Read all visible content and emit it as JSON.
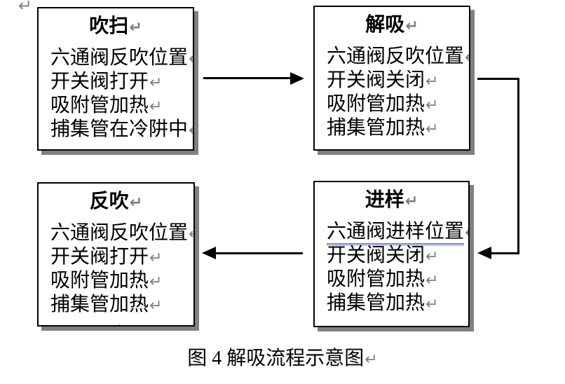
{
  "marks": {
    "return": "↵"
  },
  "stray_mark": "↵",
  "caption": {
    "text": "图 4 解吸流程示意图"
  },
  "colors": {
    "box_border": "#000000",
    "box_shadow": "#808080",
    "paragraph_mark": "#808080",
    "spellcheck_underline": "#4060c0",
    "arrow": "#000000"
  },
  "boxes": [
    {
      "title": "吹扫",
      "lines": [
        "六通阀反吹位置",
        "开关阀打开",
        "吸附管加热",
        "捕集管在冷阱中"
      ]
    },
    {
      "title": "解吸",
      "lines": [
        "六通阀反吹位置",
        "开关阀关闭",
        "吸附管加热",
        "捕集管加热"
      ]
    },
    {
      "title": "反吹",
      "lines": [
        "六通阀反吹位置",
        "开关阀打开",
        "吸附管加热",
        "捕集管加热"
      ]
    },
    {
      "title": "进样",
      "lines": [
        "六通阀进样位置",
        "开关阀关闭",
        "吸附管加热",
        "捕集管加热"
      ]
    }
  ],
  "flow": {
    "arrows": [
      {
        "from": "吹扫",
        "to": "解吸",
        "shape": "straight-right"
      },
      {
        "from": "解吸",
        "to": "进样",
        "shape": "right-down-left"
      },
      {
        "from": "进样",
        "to": "反吹",
        "shape": "straight-left"
      }
    ]
  }
}
